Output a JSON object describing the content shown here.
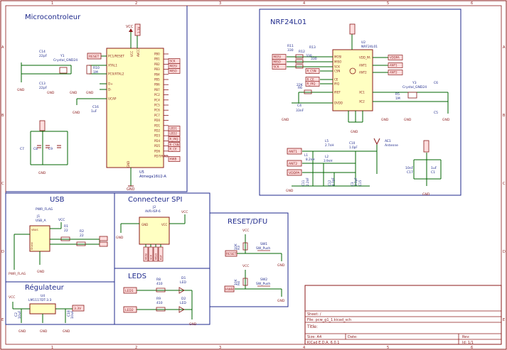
{
  "frame": {
    "cols": [
      "1",
      "2",
      "3",
      "4",
      "5",
      "6"
    ],
    "rows": [
      "A",
      "B",
      "C",
      "D",
      "E"
    ]
  },
  "blocks": {
    "micro": "Microcontroleur",
    "nrf": "NRF24L01",
    "usb": "USB",
    "spi": "Connecteur SPI",
    "reset": "RESET/DFU",
    "leds": "LEDS",
    "reg": "Régulateur"
  },
  "mcu": {
    "ref": "U5",
    "value": "Atmega16U2-A",
    "pins_left": [
      "PC1/RESET",
      "XTAL1",
      "PC0/XTAL2",
      "D+",
      "D-",
      "UCAP"
    ],
    "pins_right": [
      "PB0",
      "PB1",
      "PB2",
      "PB3",
      "PB4",
      "PB5",
      "PB6",
      "PB7",
      "PC2",
      "PC4",
      "PC5",
      "PC6",
      "PC7",
      "PD0",
      "PD1",
      "PD2",
      "PD3",
      "PD4",
      "PD5",
      "PD6",
      "PD7/HWB"
    ],
    "pwr": [
      "VCC",
      "AVCC"
    ],
    "gnd": "GND",
    "nets_right": [
      "SCK",
      "MOSI",
      "MISO",
      "LED1",
      "LED2",
      "R_IRQ",
      "R_CSN",
      "R_CE",
      "HWB"
    ]
  },
  "crystal1": {
    "ref": "Y1",
    "value": "Crystal_GND24"
  },
  "caps_micro": [
    "C14",
    "22pF",
    "C13",
    "22pF",
    "C16",
    "1uF",
    "C7",
    "C8",
    "C9"
  ],
  "res_micro": {
    "ref": "R10",
    "value": "1M"
  },
  "nets_common": {
    "vcc": "VCC",
    "gnd": "GND",
    "v33": "3.3V",
    "reset": "RESET"
  },
  "nrf_block": {
    "ref": "U2",
    "value": "NRF24L01",
    "pins_left": [
      "MOSI",
      "MISO",
      "SCK",
      "CSN",
      "CE",
      "IRQ",
      "IREF",
      "DVDD"
    ],
    "pins_right": [
      "VDD_PA",
      "ANT1",
      "ANT2",
      "XC1",
      "XC2"
    ],
    "res": [
      "R11",
      "330",
      "R12",
      "330",
      "R13",
      "330",
      "R6",
      "22K"
    ],
    "nets_left": [
      "MOSI",
      "MISO",
      "SCK",
      "R_CSN",
      "R_CE",
      "R_IRQ"
    ],
    "nets_right": [
      "VDDPA",
      "ANT1",
      "ANT2"
    ],
    "cap": [
      "C4",
      "33nF"
    ],
    "crystal": {
      "ref": "Y3",
      "value": "Crystal_GND24"
    },
    "rf": [
      "R5",
      "1M",
      "C6",
      "C5"
    ]
  },
  "antenna": {
    "ref": "AE1",
    "value": "Antenne",
    "parts": [
      "L5",
      "2.7nH",
      "L1",
      "8.2nH",
      "L2",
      "3.9nH",
      "C10",
      "1.0pF",
      "C11",
      "2.2nF",
      "C12",
      "4.7pF",
      "C3",
      "1.5pF",
      "C15"
    ],
    "nets": [
      "ANT1",
      "ANT2",
      "VDDPA"
    ]
  },
  "decoup": [
    "C17",
    "10nF",
    "C1",
    "1uF"
  ],
  "usb_block": {
    "ref": "J1",
    "value": "USB_A",
    "flag": "PWR_FLAG",
    "pins": [
      "VBUS",
      "D-",
      "D+",
      "GND",
      "Shield"
    ],
    "res": [
      "R1",
      "22",
      "R2",
      "22"
    ]
  },
  "spi_block": {
    "ref": "J2",
    "value": "AVR-ISP-6",
    "pins": [
      "GND",
      "VCC",
      "MOSI",
      "SCK",
      "MISO",
      "RST"
    ]
  },
  "reset_block": {
    "sw1": "SW1",
    "sw1v": "SW_Push",
    "sw2": "SW2",
    "sw2v": "SW_Push",
    "res": [
      "R3",
      "10K",
      "R4",
      "10K"
    ],
    "nets": [
      "RESET",
      "HWB"
    ]
  },
  "leds_block": {
    "leds": [
      "D1",
      "LED",
      "D2",
      "LED"
    ],
    "res": [
      "R8",
      "410",
      "R9",
      "410"
    ],
    "nets": [
      "LED1",
      "LED2"
    ]
  },
  "reg_block": {
    "ref": "U4",
    "value": "LM1117DT-3.3",
    "caps": [
      "C2",
      "10uF",
      "C18",
      "10uF"
    ],
    "out": "3.3V"
  },
  "title_block": {
    "sheet": "Sheet: /",
    "file": "File: pcw_g1_1.kicad_sch",
    "title": "Title:",
    "size": "Size: A4",
    "date": "Date:",
    "rev": "Rev:",
    "tool": "KiCad E.D.A. 6.0.1",
    "id": "Id: 1/1"
  },
  "colors": {
    "border": "#8b1a1a",
    "wire": "#006600",
    "block": "#1f2a8c",
    "part": "#8b1a1a",
    "body": "#ffffc2",
    "text": "#1f2a8c"
  }
}
